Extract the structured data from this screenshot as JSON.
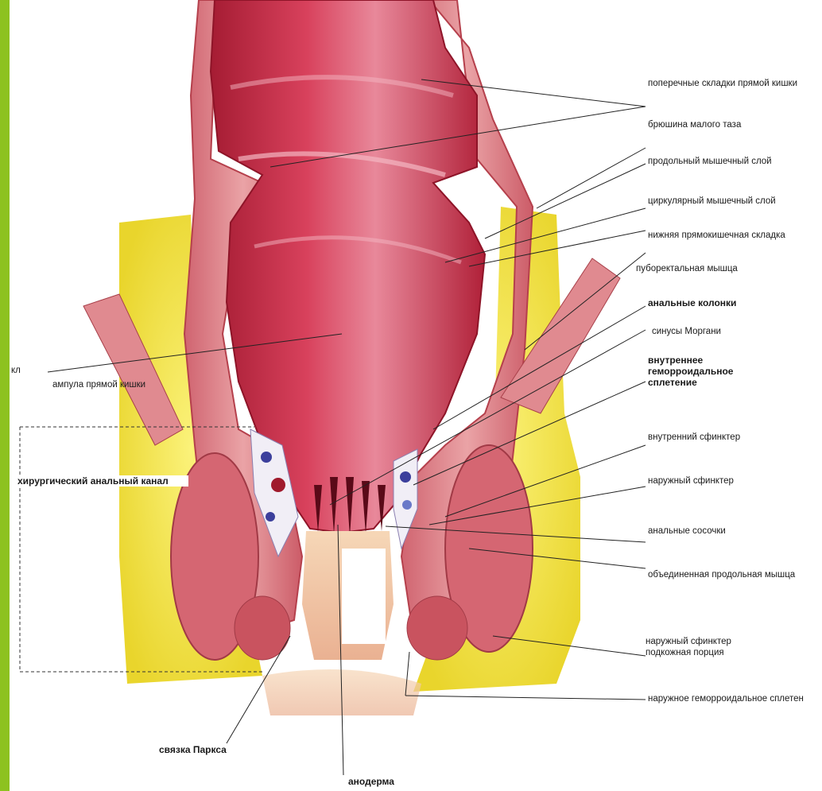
{
  "labels": {
    "transverse_folds": "поперечные складки прямой кишки",
    "pelvic_peritoneum": "брюшина малого таза",
    "longitudinal_layer": "продольный мышечный слой",
    "circular_layer": "циркулярный мышечный слой",
    "lower_rectal_fold": "нижняя прямокишечная складка",
    "puborectalis": "пуборектальная мышца",
    "anal_columns": "анальные колонки",
    "morgagni_sinuses": "синусы Моргани",
    "internal_hemorrhoidal": "внутреннее геморроидальное сплетение",
    "internal_sphincter": "внутренний сфинктер",
    "external_sphincter": "наружный сфинктер",
    "anal_papillae": "анальные сосочки",
    "conjoined_longitudinal": "объединенная продольная мышца",
    "external_sphincter_subcutaneous": "наружный сфинктер подкожная порция",
    "external_hemorrhoidal": "наружное геморроидальное сплетен",
    "rectal_ampulla": "ампула прямой кишки",
    "surgical_anal_canal": "хирургический анальный канал",
    "parks_ligament": "связка Паркса",
    "anoderm": "анодерма",
    "left_edge_fragment": "кл"
  },
  "colors": {
    "frame_green": "#8dc21f",
    "fat_yellow": "#f2e84a",
    "mucosa": "#c8324a",
    "muscle": "#d9848a",
    "anoderm": "#f4c9a4"
  }
}
